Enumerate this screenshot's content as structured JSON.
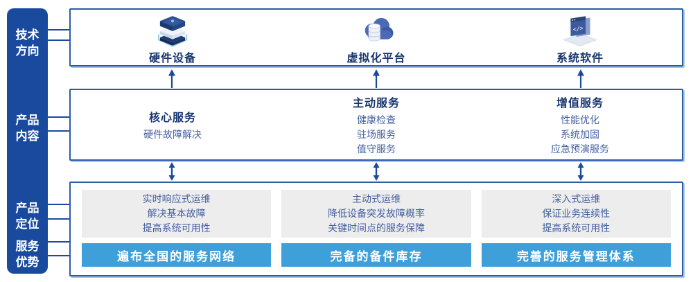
{
  "colors": {
    "sidebar_blue": "#1a4a9e",
    "box_border_blue": "#2a5caa",
    "border_shadow_light_blue": "#a7c6e9",
    "heading_navy": "#17356e",
    "subtext_blue": "#45609f",
    "bar_light_blue": "#3f9fd8",
    "gray_panel": "#ededed",
    "arrow_blue": "#1a4a9e"
  },
  "sidebar": {
    "labels": [
      "技术\n方向",
      "产品\n内容",
      "产品\n定位",
      "服务\n优势"
    ]
  },
  "tech_row": {
    "items": [
      {
        "icon": "server-stack-icon",
        "label": "硬件设备"
      },
      {
        "icon": "cloud-database-icon",
        "label": "虚拟化平台"
      },
      {
        "icon": "code-window-icon",
        "label": "系统软件"
      }
    ]
  },
  "content_row": {
    "columns": [
      {
        "heading": "核心服务",
        "items": [
          "硬件故障解决"
        ]
      },
      {
        "heading": "主动服务",
        "items": [
          "健康检查",
          "驻场服务",
          "值守服务"
        ]
      },
      {
        "heading": "增值服务",
        "items": [
          "性能优化",
          "系统加固",
          "应急预演服务"
        ]
      }
    ]
  },
  "position_row": {
    "columns": [
      {
        "points": [
          "实时响应式运维",
          "解决基本故障",
          "提高系统可用性"
        ],
        "bar": "遍布全国的服务网络"
      },
      {
        "points": [
          "主动式运维",
          "降低设备突发故障概率",
          "关键时间点的服务保障"
        ],
        "bar": "完备的备件库存"
      },
      {
        "points": [
          "深入式运维",
          "保证业务连续性",
          "提高系统可用性"
        ],
        "bar": "完善的服务管理体系"
      }
    ]
  }
}
